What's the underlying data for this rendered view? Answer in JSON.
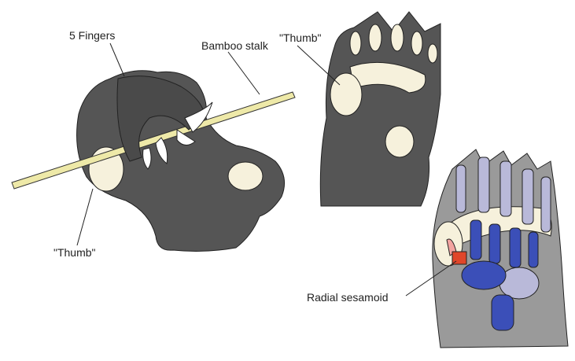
{
  "labels": {
    "five_fingers": "5 Fingers",
    "bamboo_stalk": "Bamboo stalk",
    "thumb_top": "\"Thumb\"",
    "thumb_left": "\"Thumb\"",
    "radial_sesamoid": "Radial sesamoid"
  },
  "colors": {
    "paw_dark": "#555555",
    "paw_light": "#9a9a9a",
    "pad": "#f6f1dc",
    "bamboo": "#eee9a8",
    "bone_light": "#b9b9d9",
    "bone_blue": "#3b4fb8",
    "sesamoid": "#e0462a"
  }
}
